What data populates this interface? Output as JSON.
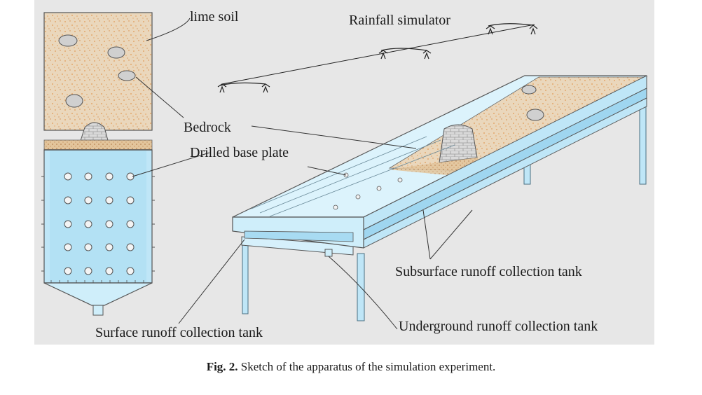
{
  "figure": {
    "labels": {
      "lime_soil": "lime soil",
      "rainfall_simulator": "Rainfall simulator",
      "bedrock": "Bedrock",
      "drilled_base_plate": "Drilled base plate",
      "subsurface_tank": "Subsurface runoff collection tank",
      "surface_tank": "Surface runoff collection tank",
      "underground_tank": "Underground runoff collection tank"
    },
    "colors": {
      "soil": "#ead7bc",
      "soil_speckle": "#e09a55",
      "water": "#bfe6f7",
      "water_dark": "#8fd0ee",
      "bedrock": "#d4d4d4",
      "background": "#e7e7e7"
    }
  },
  "caption": {
    "label": "Fig. 2.",
    "text": "Sketch of the apparatus of the simulation experiment."
  }
}
